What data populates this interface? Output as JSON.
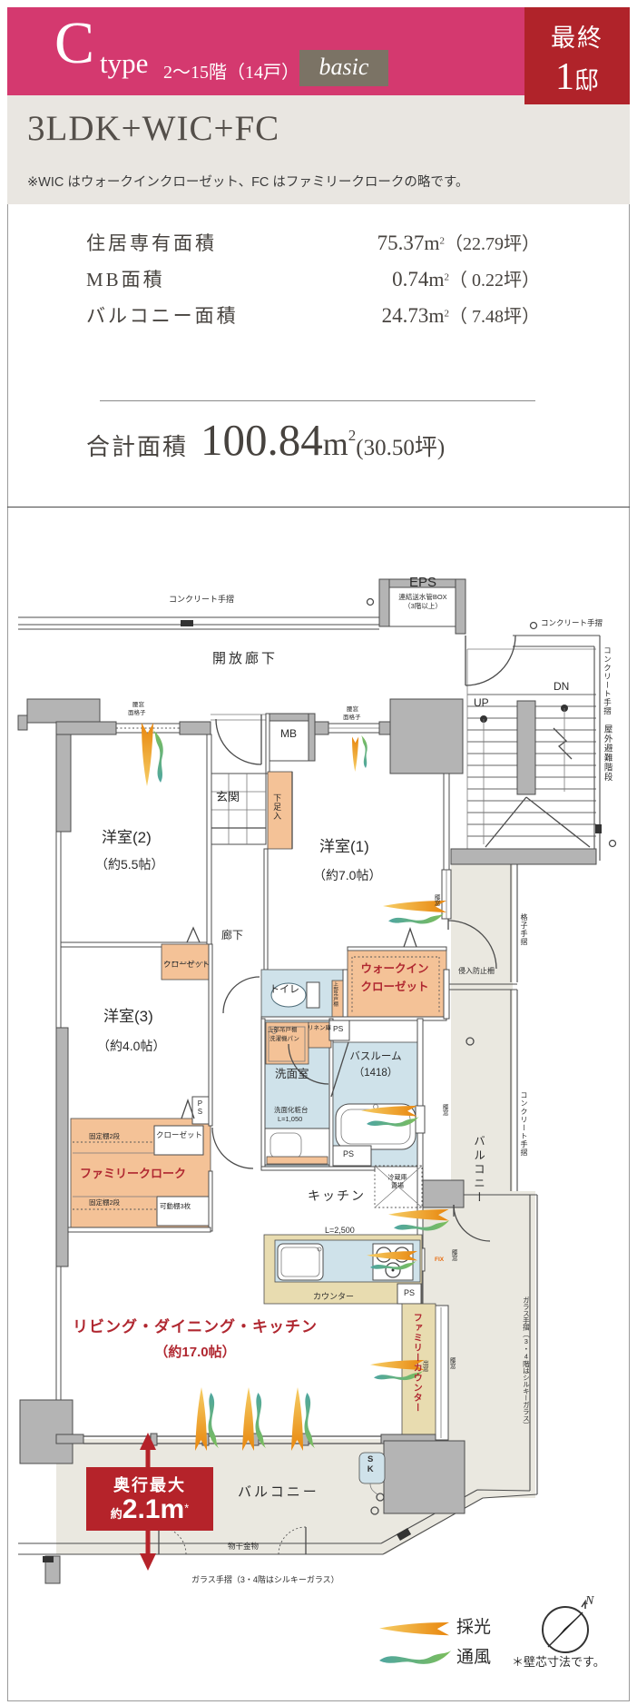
{
  "header": {
    "type_letter": "C",
    "type_word": "type",
    "floors": "2〜15階（14戸）",
    "badge": "basic",
    "final_line1": "最終",
    "final_num": "1",
    "final_unit": "邸"
  },
  "summary": {
    "layout": "3LDK+WIC+FC",
    "note": "※WIC はウォークインクローゼット、FC はファミリークロークの略です。"
  },
  "areas": {
    "rows": [
      {
        "label": "住居専有面積",
        "value": "75.37",
        "tsubo": "（22.79坪）"
      },
      {
        "label": "MB面積",
        "value": "0.74",
        "tsubo": "（ 0.22坪）"
      },
      {
        "label": "バルコニー面積",
        "value": "24.73",
        "tsubo": "（ 7.48坪）"
      }
    ],
    "unit_m": "m",
    "unit_sup": "2",
    "total_label": "合計面積",
    "total_value": "100.84",
    "total_tsubo": "(30.50坪)"
  },
  "plan": {
    "labels": {
      "handrail": "コンクリート手摺",
      "open_corridor": "開放廊下",
      "eps": "EPS",
      "eps_sub1": "連結送水管BOX",
      "eps_sub2": "（3階以上）",
      "up": "UP",
      "dn": "DN",
      "evac": "屋外避難階段",
      "mb": "MB",
      "genkan": "玄関",
      "shoe": "下足入",
      "room2": "洋室(2)",
      "room2_size": "（約5.5帖）",
      "room1": "洋室(1)",
      "room1_size": "（約7.0帖）",
      "room3": "洋室(3)",
      "room3_size": "（約4.0帖）",
      "corridor": "廊下",
      "closet": "クローゼット",
      "toilet": "トイレ",
      "upper_cabinet": "上部吊戸棚",
      "washer_pan": "洗濯機パン",
      "linen": "リネン庫",
      "ps": "PS",
      "washroom": "洗面室",
      "vanity1": "洗面化粧台",
      "vanity2": "L=1,050",
      "bath1": "バスルーム",
      "bath2": "（1418）",
      "wic1": "ウォークイン",
      "wic2": "クローゼット",
      "fridge1": "冷蔵庫",
      "fridge2": "置場",
      "kitchen": "キッチン",
      "l2500": "L=2,500",
      "counter": "カウンター",
      "family_counter": "ファミリーカウンター",
      "bay_window": "出窓",
      "koshimado": "腰窓",
      "fix": "FIX",
      "lattice_window": "面格子",
      "family_cloak": "ファミリークローク",
      "fixed_shelf": "固定棚2段",
      "movable_shelf": "可動棚3枚",
      "ldk1": "リビング・ダイニング・キッチン",
      "ldk2": "（約17.0帖）",
      "balcony": "バルコニー",
      "lattice_rail": "格子手摺",
      "intrusion": "侵入防止柵",
      "glass_rail": "ガラス手摺（3・4階はシルキーガラス）",
      "monohoshi": "物干金物",
      "depth1": "奥行最大",
      "depth_about": "約",
      "depth_val": "2.1m",
      "depth_star": "*",
      "sk": "SK"
    }
  },
  "legend": {
    "daylight": "採光",
    "airflow": "通風",
    "note": "＊壁芯寸法です。",
    "north": "N"
  },
  "colors": {
    "pink": "#D4396F",
    "dark_red": "#B0232A",
    "badge": "#7B7365",
    "accent_red": "#B02730",
    "closet_orange": "#F4C297",
    "water_blue": "#CFE2EA",
    "counter_tan": "#E8DCB0",
    "balcony_beige": "#EAE8E0"
  }
}
